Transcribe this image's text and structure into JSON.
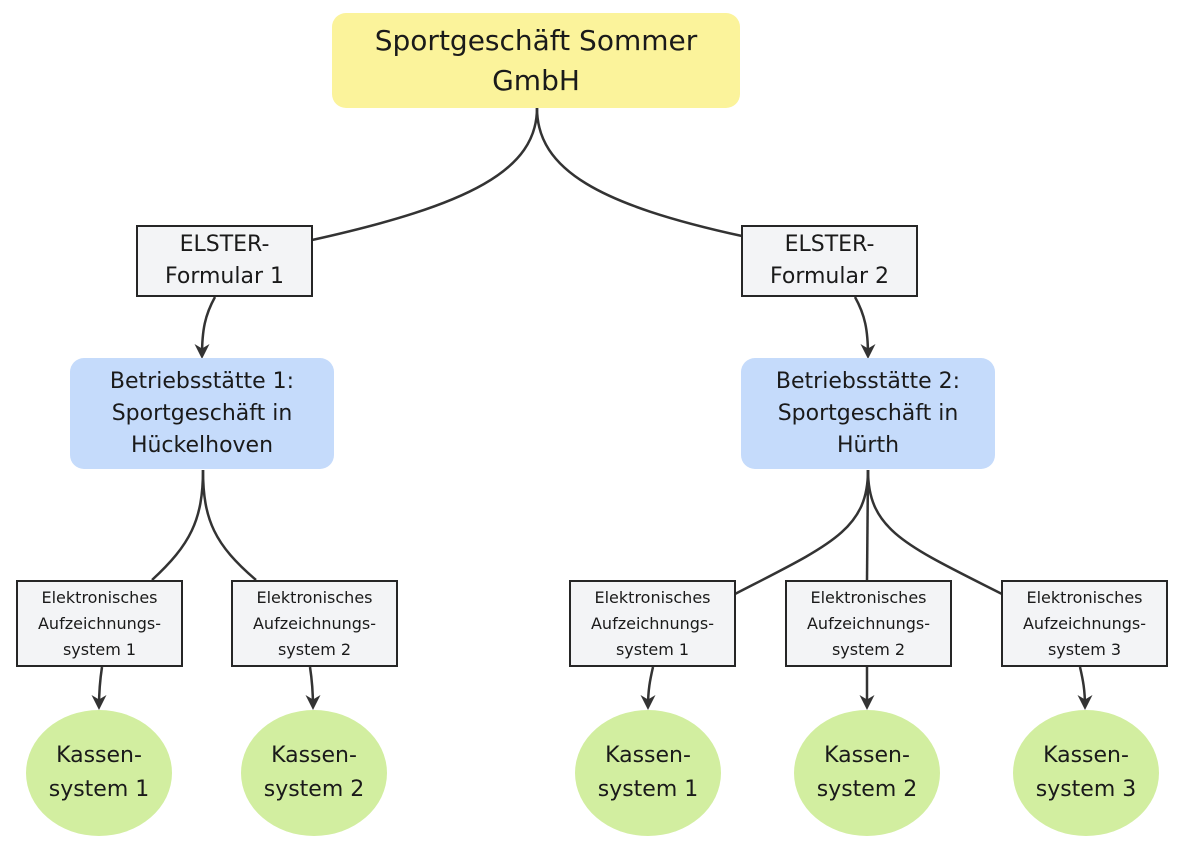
{
  "diagram": {
    "root": {
      "label": "Sportgeschäft Sommer GmbH",
      "lines": [
        "Sportgeschäft Sommer",
        "GmbH"
      ]
    },
    "branches": [
      {
        "form": {
          "lines": [
            "ELSTER-",
            "Formular 1"
          ]
        },
        "site": {
          "lines": [
            "Betriebsstätte 1:",
            "Sportgeschäft in",
            "Hückelhoven"
          ]
        },
        "systems": [
          {
            "eas": [
              "Elektronisches",
              "Aufzeichnungs-",
              "system 1"
            ],
            "kasse": [
              "Kassen-",
              "system 1"
            ]
          },
          {
            "eas": [
              "Elektronisches",
              "Aufzeichnungs-",
              "system 2"
            ],
            "kasse": [
              "Kassen-",
              "system 2"
            ]
          }
        ]
      },
      {
        "form": {
          "lines": [
            "ELSTER-",
            "Formular 2"
          ]
        },
        "site": {
          "lines": [
            "Betriebsstätte 2:",
            "Sportgeschäft in",
            "Hürth"
          ]
        },
        "systems": [
          {
            "eas": [
              "Elektronisches",
              "Aufzeichnungs-",
              "system 1"
            ],
            "kasse": [
              "Kassen-",
              "system 1"
            ]
          },
          {
            "eas": [
              "Elektronisches",
              "Aufzeichnungs-",
              "system 2"
            ],
            "kasse": [
              "Kassen-",
              "system 2"
            ]
          },
          {
            "eas": [
              "Elektronisches",
              "Aufzeichnungs-",
              "system 3"
            ],
            "kasse": [
              "Kassen-",
              "system 3"
            ]
          }
        ]
      }
    ],
    "colors": {
      "root": "#fbf39b",
      "site": "#c5dbfb",
      "box": "#f3f4f6",
      "kasse": "#d2eea0",
      "stroke": "#262626"
    }
  }
}
